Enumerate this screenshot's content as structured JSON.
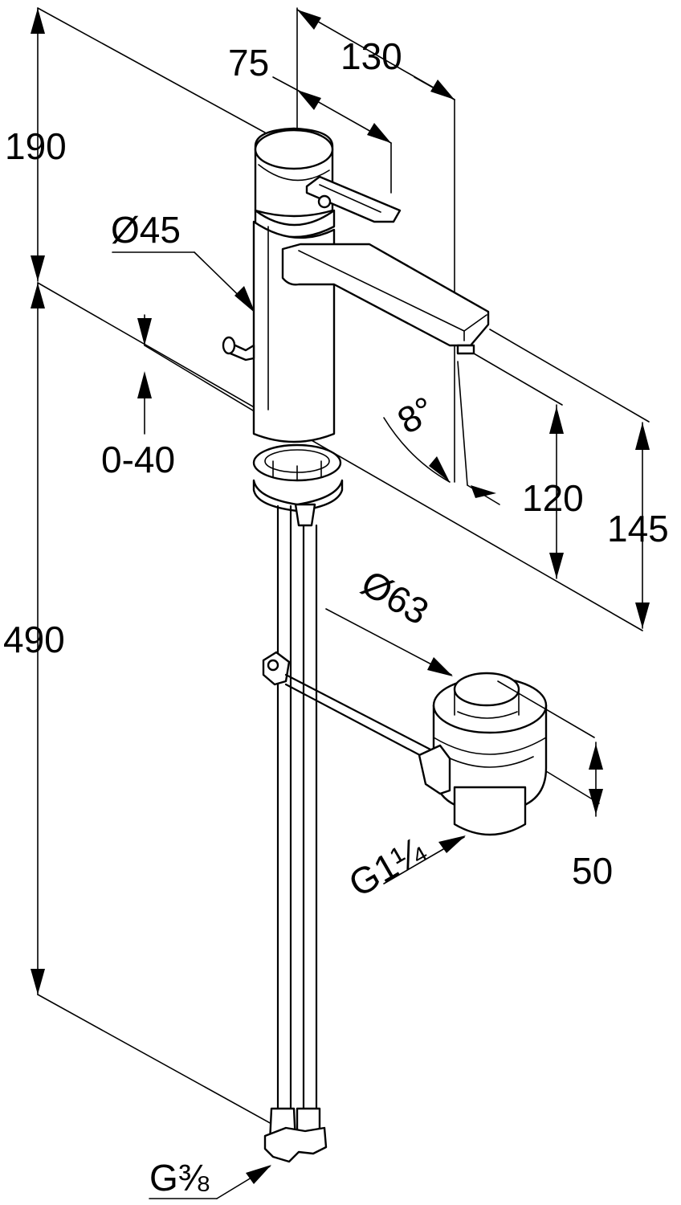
{
  "dimensions": {
    "height_top_to_counter": "190",
    "lever_length": "75",
    "spout_reach": "130",
    "body_diameter": "Ø45",
    "counter_thickness": "0-40",
    "spout_angle": "8°",
    "spout_height": "120",
    "outlet_height": "145",
    "overall_height": "490",
    "waste_diameter": "Ø63",
    "waste_height": "50",
    "waste_thread": "G1¼",
    "supply_thread": "G⅜"
  }
}
